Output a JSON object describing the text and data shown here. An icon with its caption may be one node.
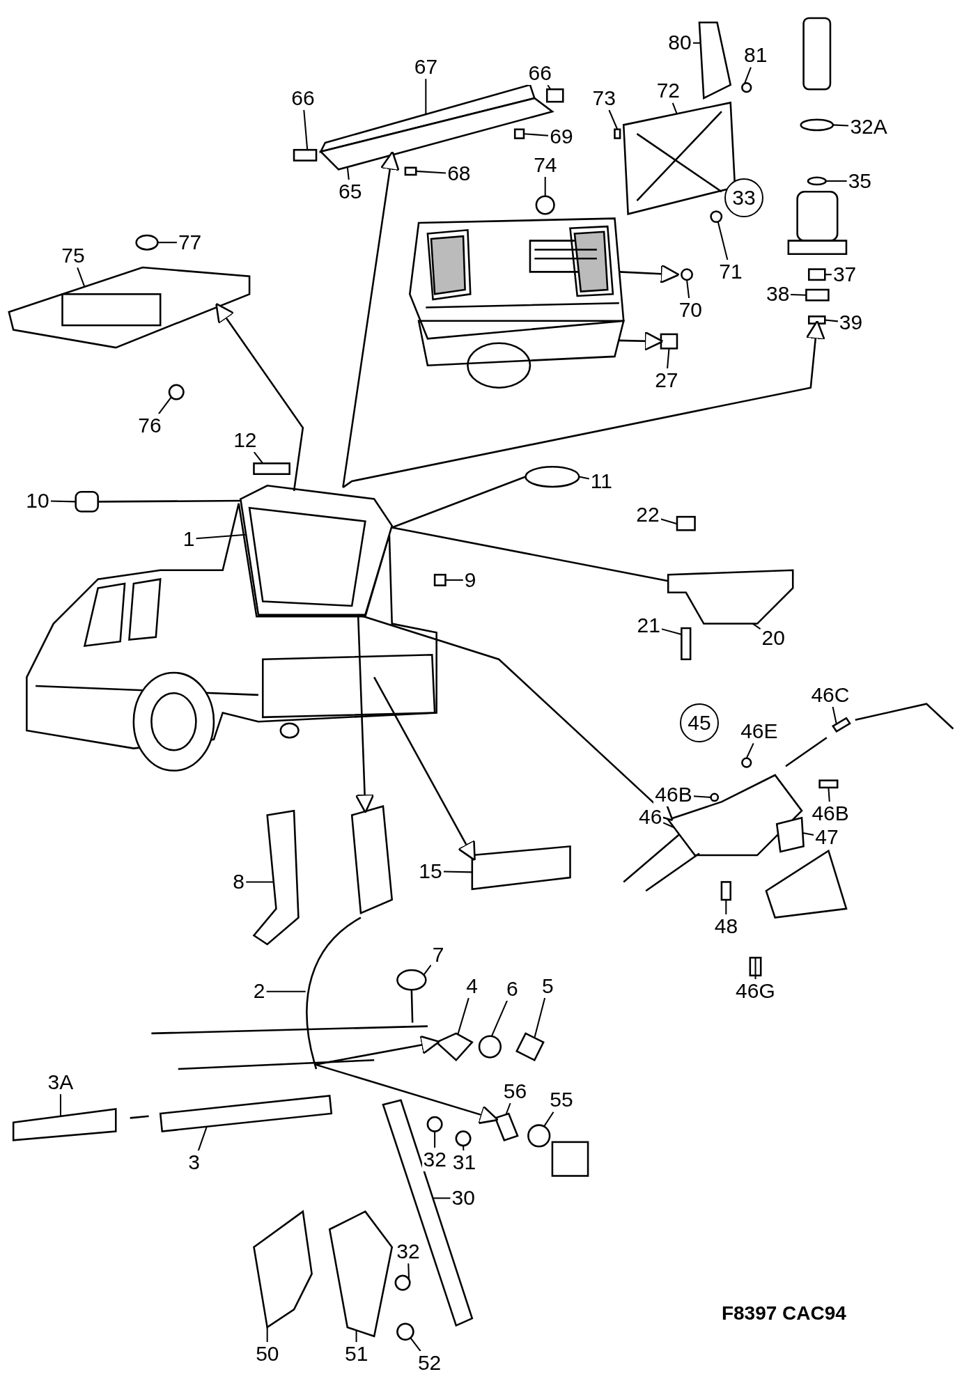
{
  "diagram": {
    "nodes": [
      {
        "text": [
          "80"
        ]
      },
      {
        "text": [],
        "shape": "box"
      },
      {
        "text": [
          "81"
        ]
      },
      {
        "text": [],
        "shape": "circle"
      },
      {
        "text": [
          "67"
        ]
      },
      {
        "text": [],
        "shape": "box"
      },
      {
        "text": [
          "66"
        ]
      },
      {
        "text": [],
        "shape": "box"
      },
      {
        "text": [
          "66"
        ]
      },
      {
        "text": [],
        "shape": "box"
      },
      {
        "text": [
          "72"
        ]
      },
      {
        "text": [],
        "shape": "picture"
      },
      {
        "text": [
          "73"
        ]
      },
      {
        "text": [],
        "shape": "box"
      },
      {
        "text": [
          "32A"
        ]
      },
      {
        "text": [],
        "shape": "circle"
      },
      {
        "text": [
          "69"
        ]
      },
      {
        "text": [],
        "shape": "box"
      },
      {
        "text": [
          "74"
        ]
      },
      {
        "text": [],
        "shape": "circle"
      },
      {
        "text": [
          "68"
        ]
      },
      {
        "text": [],
        "shape": "box"
      },
      {
        "text": [
          "35"
        ]
      },
      {
        "text": [],
        "shape": "circle"
      },
      {
        "text": [
          "65"
        ]
      },
      {
        "text": [],
        "shape": "box"
      },
      {
        "text": [
          "33"
        ]
      },
      {
        "text": [
          "77"
        ]
      },
      {
        "text": [],
        "shape": "circle"
      },
      {
        "text": [
          "75"
        ]
      },
      {
        "text": [],
        "shape": "picture"
      },
      {
        "text": [
          "71"
        ]
      },
      {
        "text": [],
        "shape": "circle"
      },
      {
        "text": [
          "37"
        ]
      },
      {
        "text": [],
        "shape": "box"
      },
      {
        "text": [
          "38"
        ]
      },
      {
        "text": [],
        "shape": "box"
      },
      {
        "text": [
          "70"
        ]
      },
      {
        "text": [],
        "shape": "circle"
      },
      {
        "text": [
          "39"
        ]
      },
      {
        "text": [],
        "shape": "box"
      },
      {
        "text": [
          "27"
        ]
      },
      {
        "text": [],
        "shape": "box"
      },
      {
        "text": [
          "76"
        ]
      },
      {
        "text": [],
        "shape": "circle"
      },
      {
        "text": [
          "12"
        ]
      },
      {
        "text": [],
        "shape": "box"
      },
      {
        "text": [
          "11"
        ]
      },
      {
        "text": [],
        "shape": "circle"
      },
      {
        "text": [
          "10"
        ]
      },
      {
        "text": [],
        "shape": "box"
      },
      {
        "text": [
          "22"
        ]
      },
      {
        "text": [],
        "shape": "box"
      },
      {
        "text": [
          "1"
        ]
      },
      {
        "text": [],
        "shape": "picture"
      },
      {
        "text": [
          "9"
        ]
      },
      {
        "text": [],
        "shape": "box"
      },
      {
        "text": [
          "20"
        ]
      },
      {
        "text": [],
        "shape": "box"
      },
      {
        "text": [
          "21"
        ]
      },
      {
        "text": [],
        "shape": "box"
      },
      {
        "text": [
          "46C"
        ]
      },
      {
        "text": [],
        "shape": "box"
      },
      {
        "text": [
          "45"
        ]
      },
      {
        "text": [
          "46E"
        ]
      },
      {
        "text": [],
        "shape": "circle"
      },
      {
        "text": [
          "46B"
        ]
      },
      {
        "text": [],
        "shape": "circle"
      },
      {
        "text": [
          "46B"
        ]
      },
      {
        "text": [],
        "shape": "box"
      },
      {
        "text": [
          "46"
        ]
      },
      {
        "text": [],
        "shape": "picture"
      },
      {
        "text": [
          "47"
        ]
      },
      {
        "text": [],
        "shape": "box"
      },
      {
        "text": [
          "15"
        ]
      },
      {
        "text": [],
        "shape": "box"
      },
      {
        "text": [
          "8"
        ]
      },
      {
        "text": [],
        "shape": "box"
      },
      {
        "text": [
          "48"
        ]
      },
      {
        "text": [],
        "shape": "box"
      },
      {
        "text": [
          "4"
        ]
      },
      {
        "text": [],
        "shape": "box"
      },
      {
        "text": [
          "7"
        ]
      },
      {
        "text": [],
        "shape": "picture"
      },
      {
        "text": [
          "6"
        ]
      },
      {
        "text": [],
        "shape": "circle"
      },
      {
        "text": [
          "5"
        ]
      },
      {
        "text": [],
        "shape": "box"
      },
      {
        "text": [
          "2"
        ]
      },
      {
        "text": [],
        "shape": "picture"
      },
      {
        "text": [
          "46G"
        ]
      },
      {
        "text": [],
        "shape": "box"
      },
      {
        "text": [
          "3A"
        ]
      },
      {
        "text": [],
        "shape": "box"
      },
      {
        "text": [
          "56"
        ]
      },
      {
        "text": [],
        "shape": "box"
      },
      {
        "text": [
          "55"
        ]
      },
      {
        "text": [],
        "shape": "circle"
      },
      {
        "text": [
          "32"
        ]
      },
      {
        "text": [],
        "shape": "circle"
      },
      {
        "text": [
          "31"
        ]
      },
      {
        "text": [],
        "shape": "circle"
      },
      {
        "text": [
          "3"
        ]
      },
      {
        "text": [],
        "shape": "box"
      },
      {
        "text": [
          "30"
        ]
      },
      {
        "text": [],
        "shape": "box"
      },
      {
        "text": [
          "32"
        ]
      },
      {
        "text": [],
        "shape": "circle"
      },
      {
        "text": [
          "50"
        ]
      },
      {
        "text": [],
        "shape": "box"
      },
      {
        "text": [
          "51"
        ]
      },
      {
        "text": [],
        "shape": "box"
      },
      {
        "text": [
          "52"
        ]
      },
      {
        "text": [],
        "shape": "circle"
      },
      {
        "text": [],
        "shape": "picture"
      }
    ],
    "edges": [
      {
        "from": 0,
        "to": 1,
        "arrow": "none"
      },
      {
        "from": 2,
        "to": 3,
        "arrow": "none"
      },
      {
        "from": 4,
        "to": 5,
        "arrow": "none"
      },
      {
        "from": 6,
        "to": 7,
        "arrow": "none"
      },
      {
        "from": 8,
        "to": 9,
        "arrow": "none"
      },
      {
        "from": 10,
        "to": 11,
        "arrow": "none"
      },
      {
        "from": 12,
        "to": 13,
        "arrow": "none"
      },
      {
        "from": 14,
        "to": 15,
        "arrow": "none"
      },
      {
        "from": 16,
        "to": 17,
        "arrow": "none"
      },
      {
        "from": 18,
        "to": 19,
        "arrow": "none"
      },
      {
        "from": 20,
        "to": 21,
        "arrow": "none"
      },
      {
        "from": 22,
        "to": 23,
        "arrow": "none"
      },
      {
        "from": 24,
        "to": 25,
        "arrow": "none"
      },
      {
        "from": 27,
        "to": 28,
        "arrow": "none"
      },
      {
        "from": 29,
        "to": 30,
        "arrow": "none"
      },
      {
        "from": 31,
        "to": 32,
        "arrow": "none"
      },
      {
        "from": 33,
        "to": 34,
        "arrow": "none"
      },
      {
        "from": 35,
        "to": 36,
        "arrow": "none"
      },
      {
        "from": 37,
        "to": 38,
        "arrow": "none"
      },
      {
        "from": 39,
        "to": 40,
        "arrow": "none"
      },
      {
        "from": 41,
        "to": 42,
        "arrow": "none"
      },
      {
        "from": 43,
        "to": 44,
        "arrow": "none"
      },
      {
        "from": 45,
        "to": 46,
        "arrow": "none"
      },
      {
        "from": 47,
        "to": 48,
        "arrow": "none"
      },
      {
        "from": 49,
        "to": 50,
        "arrow": "none"
      },
      {
        "from": 51,
        "to": 52,
        "arrow": "none"
      },
      {
        "from": 53,
        "to": 54,
        "arrow": "none"
      },
      {
        "from": 55,
        "to": 56,
        "arrow": "none"
      },
      {
        "from": 57,
        "to": 58,
        "arrow": "none"
      },
      {
        "from": 59,
        "to": 60,
        "arrow": "none"
      },
      {
        "from": 61,
        "to": 62,
        "arrow": "none"
      },
      {
        "from": 64,
        "to": 65,
        "arrow": "none"
      },
      {
        "from": 66,
        "to": 67,
        "arrow": "none"
      },
      {
        "from": 68,
        "to": 69,
        "arrow": "none"
      },
      {
        "from": 70,
        "to": 71,
        "arrow": "none"
      },
      {
        "from": 72,
        "to": 73,
        "arrow": "none"
      },
      {
        "from": 74,
        "to": 75,
        "arrow": "none"
      },
      {
        "from": 76,
        "to": 77,
        "arrow": "none"
      },
      {
        "from": 78,
        "to": 79,
        "arrow": "none"
      },
      {
        "from": 80,
        "to": 81,
        "arrow": "none"
      },
      {
        "from": 82,
        "to": 83,
        "arrow": "none"
      },
      {
        "from": 84,
        "to": 85,
        "arrow": "none"
      },
      {
        "from": 86,
        "to": 87,
        "arrow": "none"
      },
      {
        "from": 88,
        "to": 89,
        "arrow": "none"
      },
      {
        "from": 90,
        "to": 91,
        "arrow": "none"
      },
      {
        "from": 92,
        "to": 93,
        "arrow": "none"
      },
      {
        "from": 94,
        "to": 95,
        "arrow": "none"
      },
      {
        "from": 96,
        "to": 97,
        "arrow": "none"
      },
      {
        "from": 98,
        "to": 99,
        "arrow": "none"
      },
      {
        "from": 100,
        "to": 101,
        "arrow": "none"
      },
      {
        "from": 102,
        "to": 103,
        "arrow": "none"
      },
      {
        "from": 104,
        "to": 105,
        "arrow": "none"
      },
      {
        "from": 106,
        "to": 107,
        "arrow": "none"
      },
      {
        "from": 108,
        "to": 109,
        "arrow": "none"
      },
      {
        "from": 110,
        "to": 111,
        "arrow": "none"
      },
      {
        "from": 112,
        "to": 113,
        "arrow": "none"
      },
      {
        "from": 54,
        "to": 25,
        "arrow": "to"
      },
      {
        "from": 54,
        "to": 30,
        "arrow": "to"
      },
      {
        "from": 54,
        "to": 40,
        "arrow": "to"
      },
      {
        "from": 54,
        "to": 71,
        "arrow": "to"
      },
      {
        "from": 54,
        "to": 89,
        "arrow": "to"
      },
      {
        "from": 50,
        "to": 54,
        "arrow": "none"
      },
      {
        "from": 54,
        "to": 48,
        "arrow": "none"
      },
      {
        "from": 54,
        "to": 58,
        "arrow": "none"
      },
      {
        "from": null,
        "to": 75,
        "arrow": "to"
      },
      {
        "from": 114,
        "to": 38,
        "arrow": "to"
      },
      {
        "from": 114,
        "to": 42,
        "arrow": "to"
      },
      {
        "from": 89,
        "to": 81,
        "arrow": "to"
      },
      {
        "from": 89,
        "to": 95,
        "arrow": "to"
      }
    ],
    "labels": [
      "F8397 CAC94"
    ]
  }
}
